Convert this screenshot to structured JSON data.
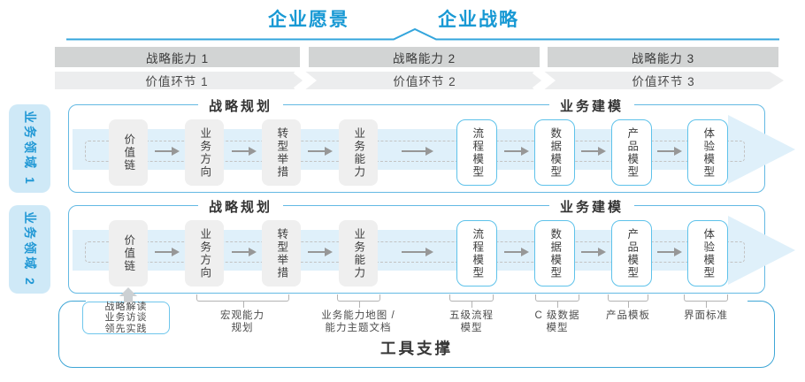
{
  "header": {
    "vision": "企业愿景",
    "strategy": "企业战略"
  },
  "capability_band": [
    "战略能力 1",
    "战略能力 2",
    "战略能力 3"
  ],
  "value_band": [
    "价值环节 1",
    "价值环节 2",
    "价值环节 3"
  ],
  "domains": [
    "业务领域 1",
    "业务领域 2"
  ],
  "rows": [
    {
      "planning_title": "战略规划",
      "modeling_title": "业务建模",
      "gray_boxes": [
        "价值链",
        "业务方向",
        "转型举措",
        "业务能力"
      ],
      "blue_boxes": [
        "流程模型",
        "数据模型",
        "产品模型",
        "体验模型"
      ]
    },
    {
      "planning_title": "战略规划",
      "modeling_title": "业务建模",
      "gray_boxes": [
        "价值链",
        "业务方向",
        "转型举措",
        "业务能力"
      ],
      "blue_boxes": [
        "流程模型",
        "数据模型",
        "产品模型",
        "体验模型"
      ]
    }
  ],
  "annotations": {
    "practice_box": [
      "战略解读",
      "业务访谈",
      "领先实践"
    ],
    "labels": [
      {
        "lines": [
          "宏观能力",
          "规划"
        ]
      },
      {
        "lines": [
          "业务能力地图 /",
          "能力主题文档"
        ]
      },
      {
        "lines": [
          "五级流程",
          "模型"
        ]
      },
      {
        "lines": [
          "C 级数据",
          "模型"
        ]
      },
      {
        "lines": [
          "产品模板"
        ]
      },
      {
        "lines": [
          "界面标准"
        ]
      }
    ]
  },
  "footer": {
    "tools": "工具支撑"
  },
  "colors": {
    "accent_blue": "#1899d4",
    "panel_border": "#63b9e3",
    "light_blue_fill": "#dff0fa",
    "domain_fill": "#cfe9f7",
    "capability_band": "#d2d4d4",
    "value_band": "#ecedee",
    "box_gray": "#efefef",
    "blue_box_border": "#5ec2ea"
  }
}
